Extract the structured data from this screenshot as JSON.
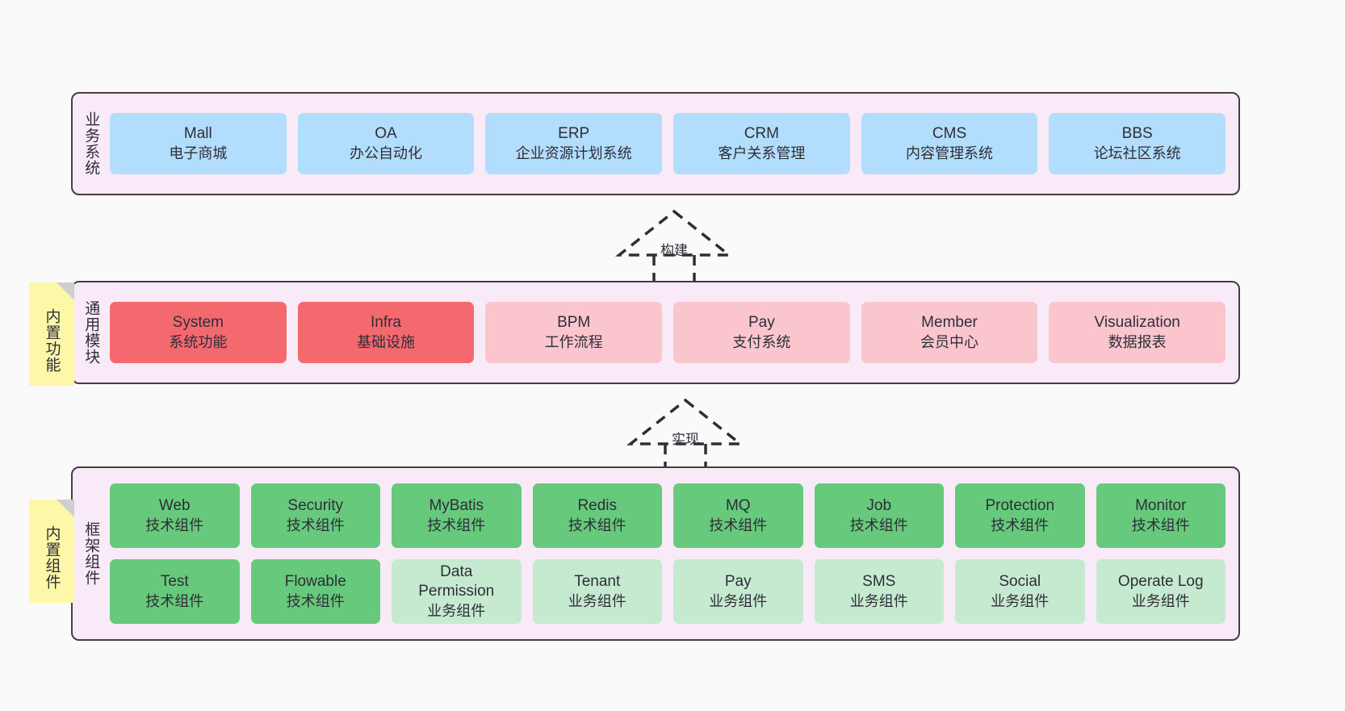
{
  "diagram": {
    "background_color": "#fafafa",
    "panel_color": "#f8eaf6",
    "panel_border_color": "#4a3a42",
    "note_color": "#fcf8a8",
    "note_fold_color": "#cfcfcf"
  },
  "layers": [
    {
      "title": "业务系统",
      "note": null,
      "rows": [
        {
          "items": [
            {
              "en": "Mall",
              "cn": "电子商城",
              "color": "#b3ddfc",
              "style": "c-blue"
            },
            {
              "en": "OA",
              "cn": "办公自动化",
              "color": "#b3ddfc",
              "style": "c-blue"
            },
            {
              "en": "ERP",
              "cn": "企业资源计划系统",
              "color": "#b3ddfc",
              "style": "c-blue"
            },
            {
              "en": "CRM",
              "cn": "客户关系管理",
              "color": "#b3ddfc",
              "style": "c-blue"
            },
            {
              "en": "CMS",
              "cn": "内容管理系统",
              "color": "#b3ddfc",
              "style": "c-blue"
            },
            {
              "en": "BBS",
              "cn": "论坛社区系统",
              "color": "#b3ddfc",
              "style": "c-blue"
            }
          ]
        }
      ]
    },
    {
      "title": "通用模块",
      "note": "内置功能",
      "rows": [
        {
          "items": [
            {
              "en": "System",
              "cn": "系统功能",
              "color": "#f4696e",
              "style": "c-red"
            },
            {
              "en": "Infra",
              "cn": "基础设施",
              "color": "#f4696e",
              "style": "c-red"
            },
            {
              "en": "BPM",
              "cn": "工作流程",
              "color": "#fbc5cd",
              "style": "c-pink"
            },
            {
              "en": "Pay",
              "cn": "支付系统",
              "color": "#fbc5cd",
              "style": "c-pink"
            },
            {
              "en": "Member",
              "cn": "会员中心",
              "color": "#fbc5cd",
              "style": "c-pink"
            },
            {
              "en": "Visualization",
              "cn": "数据报表",
              "color": "#fbc5cd",
              "style": "c-pink"
            }
          ]
        }
      ]
    },
    {
      "title": "框架组件",
      "note": "内置组件",
      "rows": [
        {
          "items": [
            {
              "en": "Web",
              "cn": "技术组件",
              "color": "#66c97b",
              "style": "c-green"
            },
            {
              "en": "Security",
              "cn": "技术组件",
              "color": "#66c97b",
              "style": "c-green"
            },
            {
              "en": "MyBatis",
              "cn": "技术组件",
              "color": "#66c97b",
              "style": "c-green"
            },
            {
              "en": "Redis",
              "cn": "技术组件",
              "color": "#66c97b",
              "style": "c-green"
            },
            {
              "en": "MQ",
              "cn": "技术组件",
              "color": "#66c97b",
              "style": "c-green"
            },
            {
              "en": "Job",
              "cn": "技术组件",
              "color": "#66c97b",
              "style": "c-green"
            },
            {
              "en": "Protection",
              "cn": "技术组件",
              "color": "#66c97b",
              "style": "c-green"
            },
            {
              "en": "Monitor",
              "cn": "技术组件",
              "color": "#66c97b",
              "style": "c-green"
            }
          ]
        },
        {
          "items": [
            {
              "en": "Test",
              "cn": "技术组件",
              "color": "#66c97b",
              "style": "c-green"
            },
            {
              "en": "Flowable",
              "cn": "技术组件",
              "color": "#66c97b",
              "style": "c-green"
            },
            {
              "en": "Data Permission",
              "cn": "业务组件",
              "color": "#c5ead0",
              "style": "c-lightgreen"
            },
            {
              "en": "Tenant",
              "cn": "业务组件",
              "color": "#c5ead0",
              "style": "c-lightgreen"
            },
            {
              "en": "Pay",
              "cn": "业务组件",
              "color": "#c5ead0",
              "style": "c-lightgreen"
            },
            {
              "en": "SMS",
              "cn": "业务组件",
              "color": "#c5ead0",
              "style": "c-lightgreen"
            },
            {
              "en": "Social",
              "cn": "业务组件",
              "color": "#c5ead0",
              "style": "c-lightgreen"
            },
            {
              "en": "Operate Log",
              "cn": "业务组件",
              "color": "#c5ead0",
              "style": "c-lightgreen"
            }
          ]
        }
      ]
    }
  ],
  "connectors": [
    {
      "label": "构建",
      "from": "通用模块",
      "to": "业务系统",
      "style": "dashed-hollow-triangle"
    },
    {
      "label": "实现",
      "from": "框架组件",
      "to": "通用模块",
      "style": "dashed-hollow-triangle"
    }
  ]
}
